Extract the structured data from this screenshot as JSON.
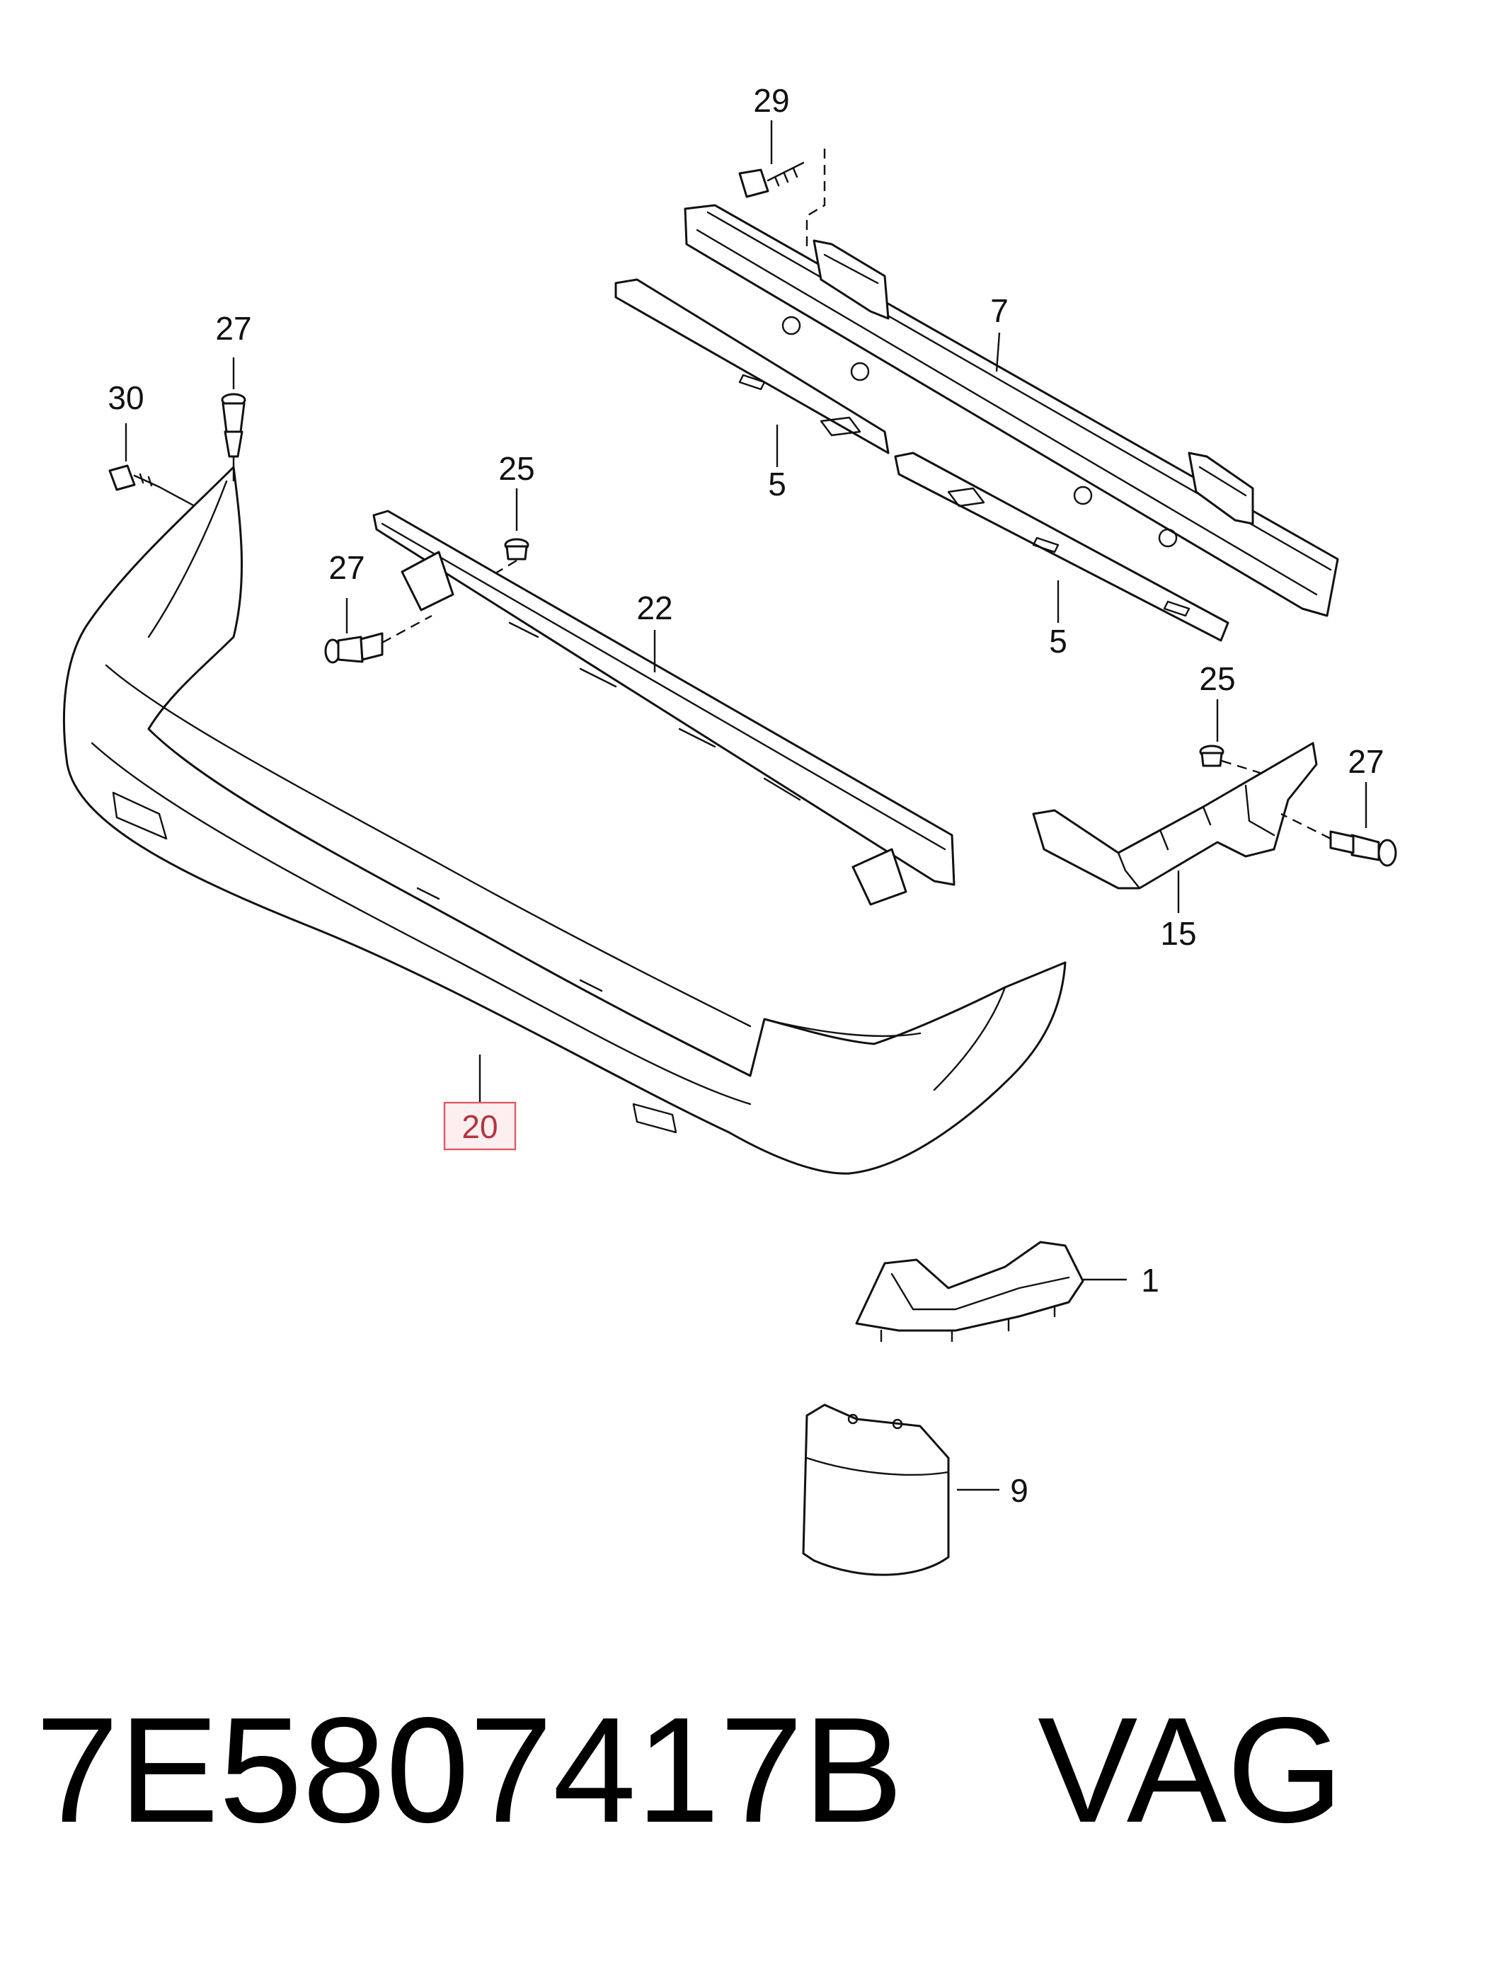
{
  "diagram": {
    "callouts": {
      "c29": "29",
      "c7": "7",
      "c27_top": "27",
      "c30": "30",
      "c25_mid": "25",
      "c5_upper": "5",
      "c5_lower": "5",
      "c27_mid": "27",
      "c22": "22",
      "c25_right": "25",
      "c27_right": "27",
      "c15": "15",
      "c20": "20",
      "c1": "1",
      "c9": "9"
    },
    "highlighted_part": "20",
    "highlight_color": "#e05a64"
  },
  "footer": {
    "part_number": "7E5807417B",
    "brand": "VAG"
  }
}
